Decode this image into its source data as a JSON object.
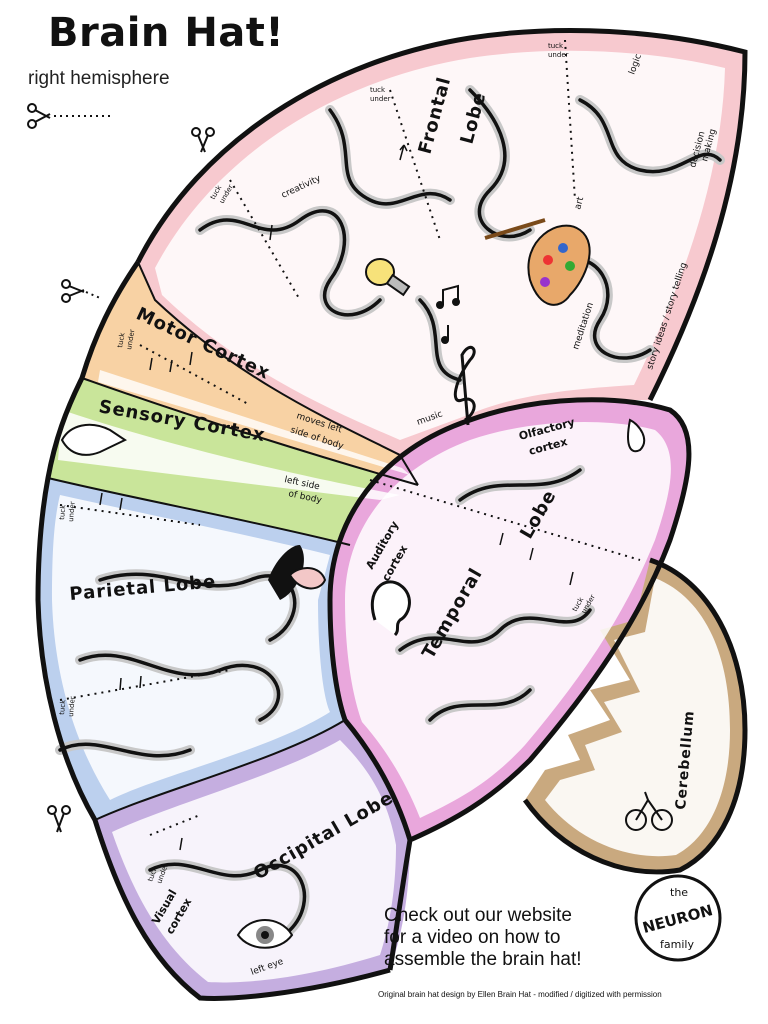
{
  "header": {
    "title": "Brain Hat!",
    "subtitle": "right hemisphere"
  },
  "regions": {
    "frontal": "Frontal",
    "frontal_lobe": "Lobe",
    "motor": "Motor Cortex",
    "sensory": "Sensory Cortex",
    "parietal": "Parietal Lobe",
    "occipital": "Occipital Lobe",
    "temporal": "Temporal",
    "temporal_lobe": "Lobe",
    "cerebellum": "Cerebellum",
    "auditory": "Auditory",
    "auditory_cortex": "cortex",
    "olfactory": "Olfactory",
    "olfactory_cortex": "cortex",
    "visual": "Visual",
    "visual_cortex": "cortex"
  },
  "annotations": {
    "logic": "logic",
    "decision": "decision",
    "making": "making",
    "creativity": "creativity",
    "art": "art",
    "music": "music",
    "meditation": "meditation",
    "story": "story ideas / story telling",
    "moves1": "moves left",
    "moves2": "side of body",
    "leftside1": "left side",
    "leftside2": "of body",
    "lefteye": "left eye",
    "tuck": "tuck",
    "under": "under"
  },
  "footer": {
    "website_line1": "Check out our website",
    "website_line2": "for a video on how to",
    "website_line3": "assemble the brain hat!",
    "credit": "Original brain hat design by Ellen Brain Hat - modified / digitized with permission"
  },
  "logo": {
    "the": "the",
    "neuron": "NEURON",
    "family": "family"
  },
  "colors": {
    "frontal": "#f7c9cf",
    "motor": "#f8d2a4",
    "sensory": "#c9e59a",
    "parietal": "#bcd0ee",
    "occipital": "#c5aee0",
    "temporal": "#e9a7dc",
    "cerebellum": "#c9a97f"
  }
}
